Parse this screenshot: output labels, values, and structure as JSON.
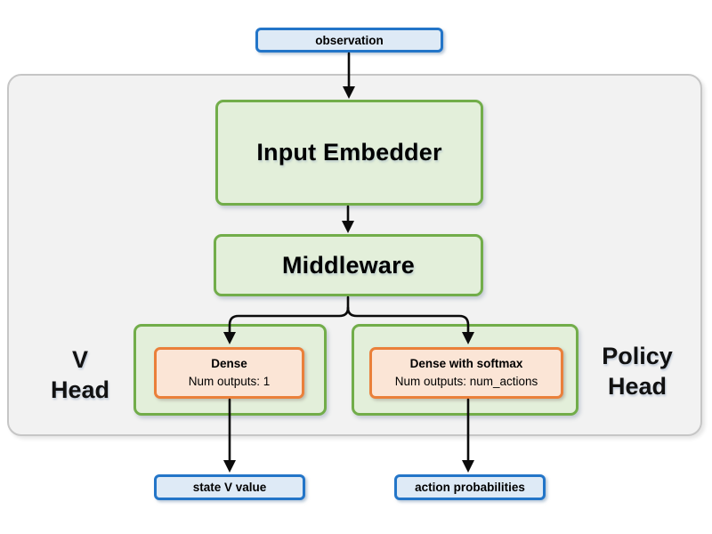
{
  "nodes": {
    "observation": "observation",
    "input_embedder": "Input Embedder",
    "middleware": "Middleware",
    "v_head": {
      "label1": "V",
      "label2": "Head",
      "dense_title": "Dense",
      "dense_subtitle": "Num outputs: 1",
      "output": "state V value"
    },
    "policy_head": {
      "label1": "Policy",
      "label2": "Head",
      "dense_title": "Dense with softmax",
      "dense_subtitle": "Num outputs: num_actions",
      "output": "action probabilities"
    }
  },
  "colors": {
    "green_border": "#72ad4a",
    "green_fill": "#e3efda",
    "orange_border": "#ea803a",
    "orange_fill": "#fbe5d6",
    "blue_border": "#2375c8",
    "blue_fill": "#deeaf6",
    "container_fill": "#f2f2f2",
    "container_border": "#c6c6c6",
    "arrow": "#000000"
  }
}
